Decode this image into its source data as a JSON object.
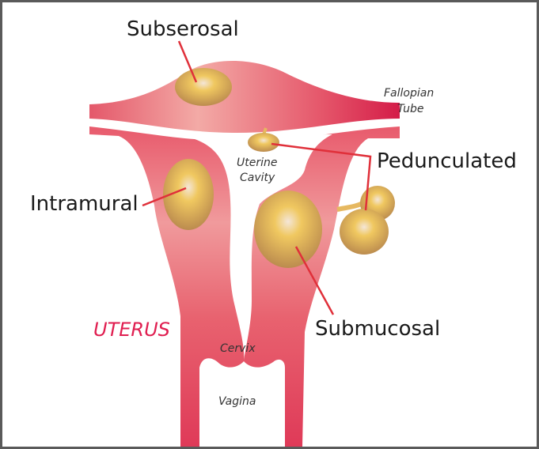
{
  "labels": {
    "subserosal": "Subserosal",
    "pedunculated": "Pedunculated",
    "intramural": "Intramural",
    "submucosal": "Submucosal",
    "uterus": "UTERUS",
    "cervix": "Cervix",
    "vagina": "Vagina",
    "uterine_cavity_line1": "Uterine",
    "uterine_cavity_line2": "Cavity",
    "fallopian_line1": "Fallopian",
    "fallopian_line2": "Tube"
  },
  "colors": {
    "tissue_light": "#f3aaa6",
    "tissue_dark": "#e0455c",
    "tissue_darkest": "#d41c48",
    "fibroid_light": "#f6d46a",
    "fibroid_dark": "#b98a4e",
    "leader_line": "#e0303a",
    "uterus_label": "#e01e50"
  }
}
